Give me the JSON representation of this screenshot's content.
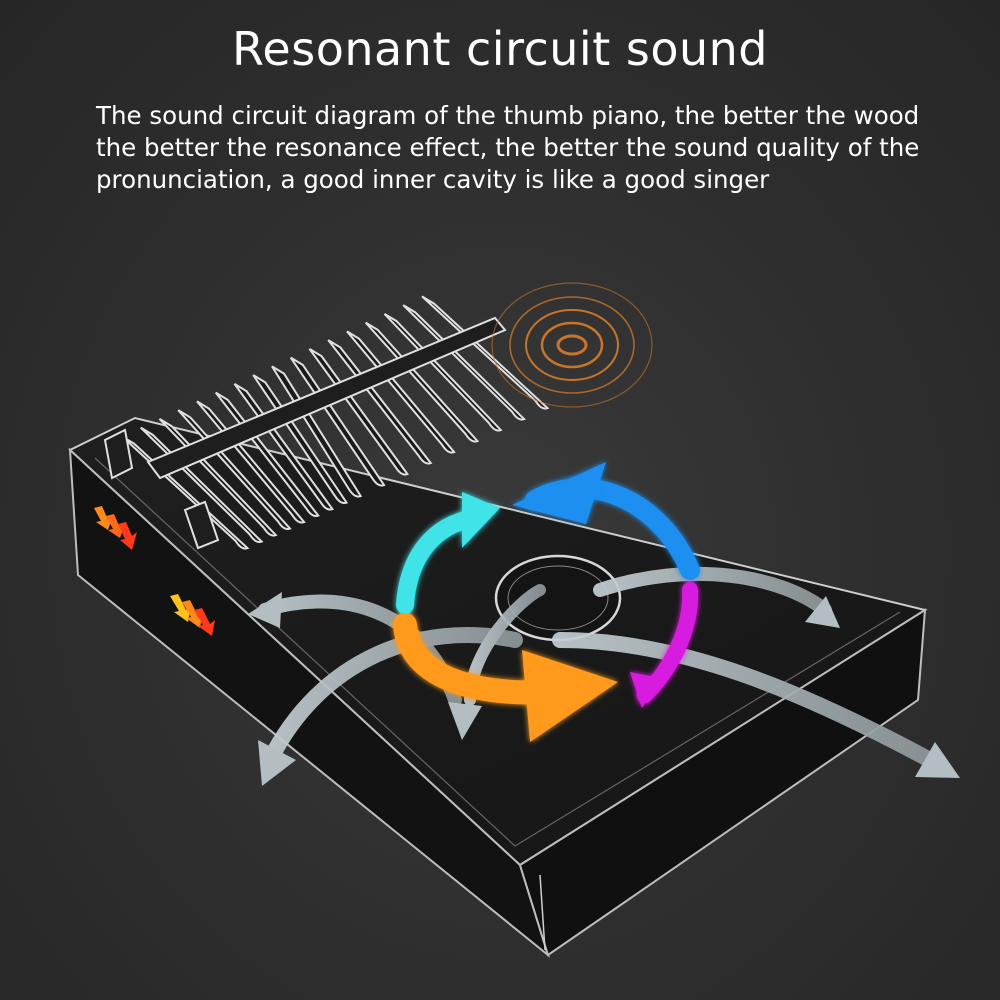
{
  "header": {
    "title": "Resonant circuit sound",
    "description_lines": [
      "The sound circuit diagram of the thumb piano, the better the wood",
      "the better the resonance effect, the better the sound quality of the",
      "pronunciation, a good inner cavity is like a good singer"
    ]
  },
  "illustration": {
    "subject": "kalimba thumb piano box",
    "key_count": 17,
    "colors": {
      "background": "#2e2e2e",
      "outline": "#d9d9d9",
      "cyan": "#3fe3e8",
      "blue": "#1e8ff0",
      "orange": "#ff9a1a",
      "magenta": "#d81adf",
      "ripple": "#c8742a",
      "flow_arrow": "#aeb8bc",
      "side_arrow_orange": "#ff8a1a",
      "side_arrow_red": "#ff3a1a"
    }
  }
}
